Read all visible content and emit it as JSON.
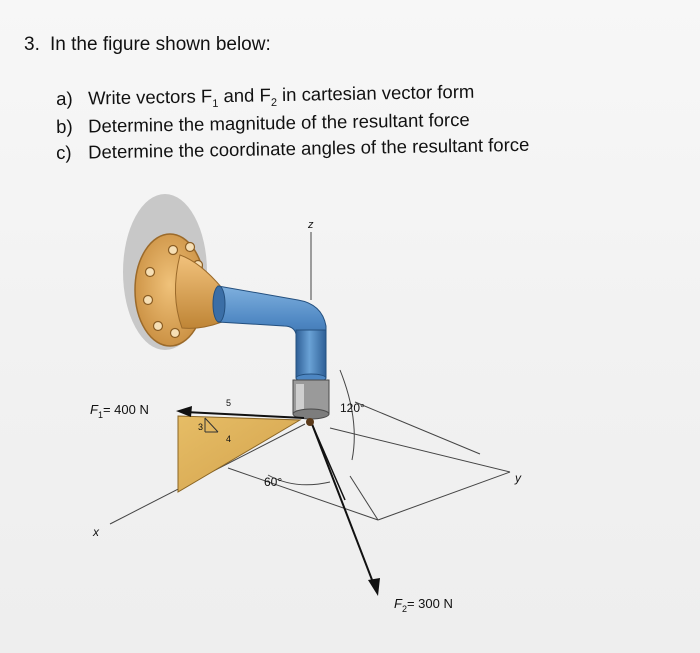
{
  "question": {
    "number": "3.",
    "intro": "In the figure shown below:",
    "parts": [
      {
        "letter": "a)",
        "pre": "Write vectors F",
        "sub1": "1",
        "mid": " and F",
        "sub2": "2",
        "post": " in cartesian vector form"
      },
      {
        "letter": "b)",
        "text": "Determine the magnitude of the resultant force"
      },
      {
        "letter": "c)",
        "text": "Determine the coordinate angles of the resultant force"
      }
    ]
  },
  "figure": {
    "axis_z": "z",
    "axis_y": "y",
    "axis_x": "x",
    "f1_symbol": "F",
    "f1_sub": "1",
    "f1_value": "= 400 N",
    "f2_symbol": "F",
    "f2_sub": "2",
    "f2_value": "= 300 N",
    "angle_120": "120°",
    "angle_60": "60°",
    "tri_5": "5",
    "tri_3": "3",
    "tri_4": "4",
    "colors": {
      "flange": "#d9a35a",
      "pipe_blue": "#4d86c2",
      "triangle_fill": "#e0b45c"
    }
  }
}
